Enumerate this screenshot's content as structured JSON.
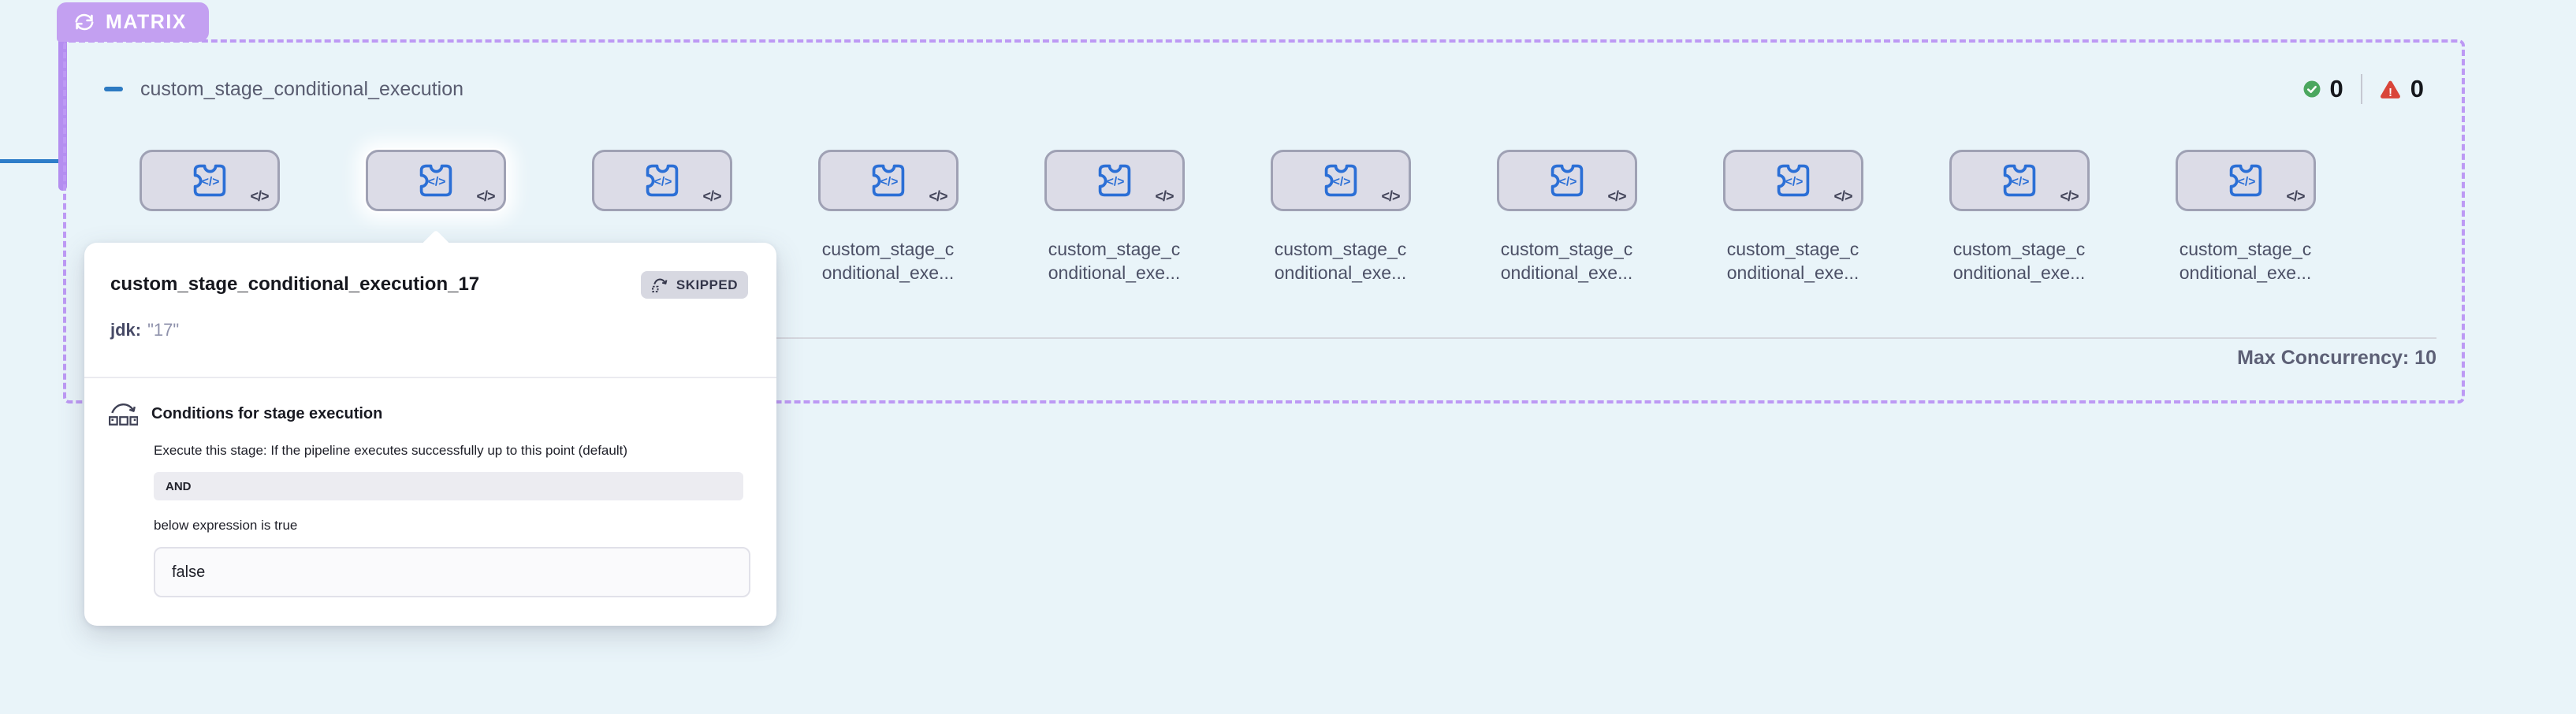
{
  "matrix_badge": {
    "label": "MATRIX"
  },
  "group_header": {
    "title": "custom_stage_conditional_execution",
    "success_count": "0",
    "error_count": "0"
  },
  "stages": {
    "count": 10,
    "hovered_index": 1,
    "label_line1": "custom_stage_c",
    "label_line2": "onditional_exe...",
    "card_icon_glyph": "</>",
    "card_corner_glyph": "</>"
  },
  "footer": {
    "max_concurrency": "Max Concurrency: 10"
  },
  "popover": {
    "title": "custom_stage_conditional_execution_17",
    "status": "SKIPPED",
    "param_key": "jdk:",
    "param_value": "\"17\"",
    "conditions_heading": "Conditions for stage execution",
    "conditions_description": "Execute this stage: If the pipeline executes successfully up to this point (default)",
    "operator": "AND",
    "operator_note": "below expression is true",
    "expression_value": "false"
  },
  "colors": {
    "dashed_border": "#bd99f4",
    "badge_purple": "#c3a0f1",
    "connector_blue": "#2e7dc9",
    "success_green": "#4ba75f",
    "error_red": "#d9453a",
    "card_bg": "#dcdce7"
  }
}
